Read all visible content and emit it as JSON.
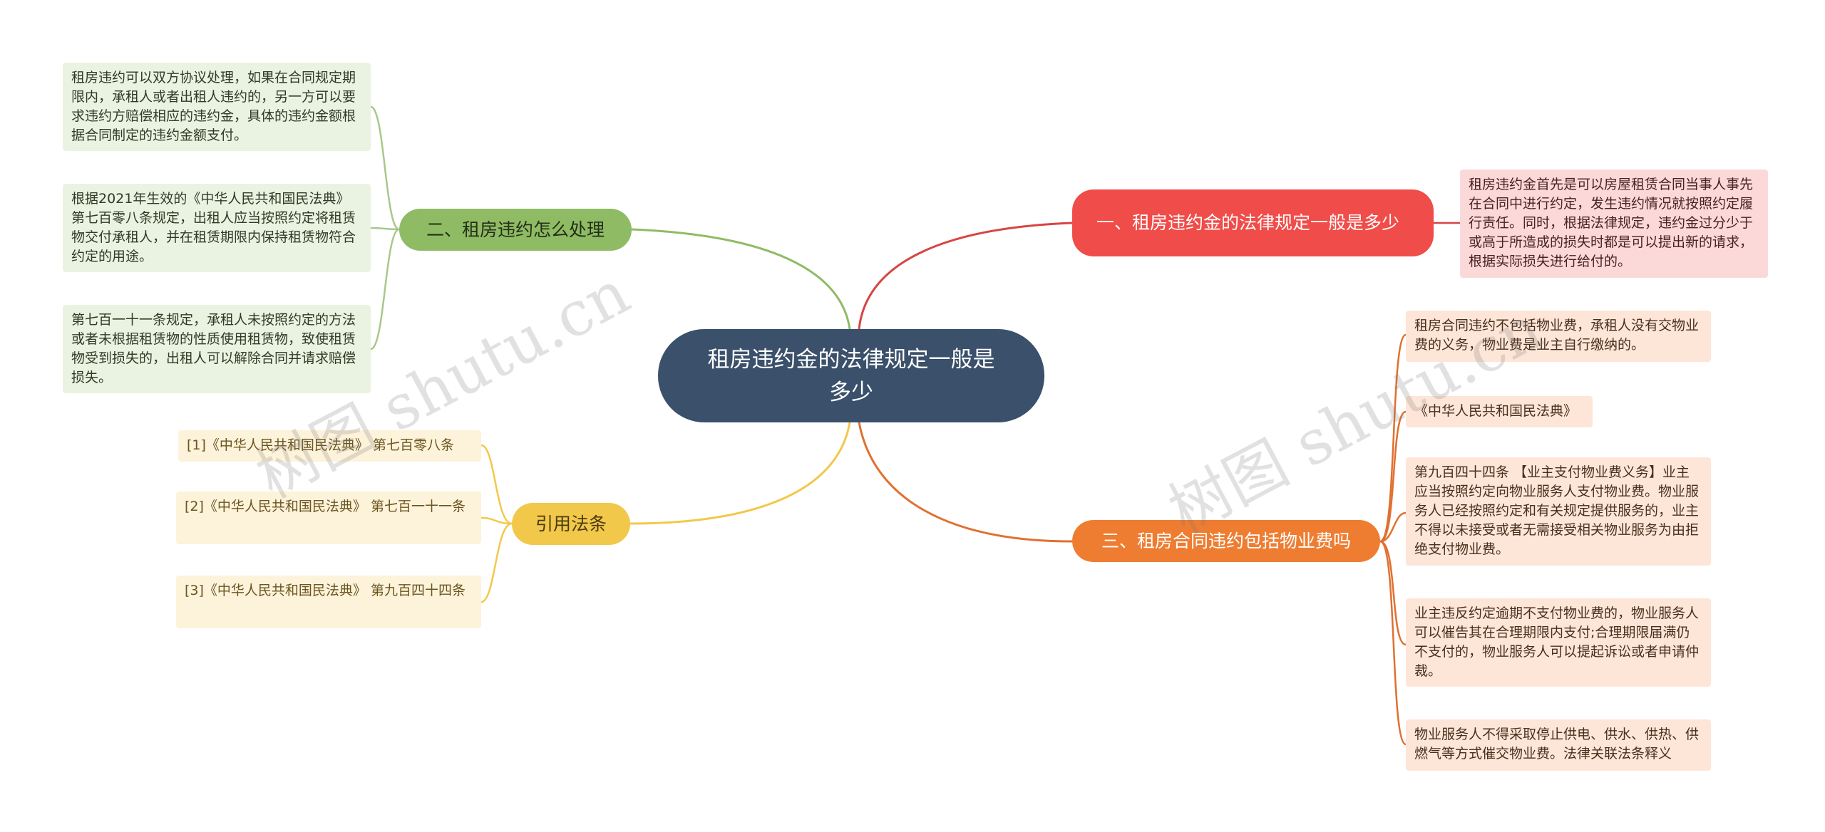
{
  "central": {
    "title": "租房违约金的法律规定一般是多少"
  },
  "branches": {
    "handle": {
      "label": "二、租房违约怎么处理",
      "color": "#8fbb65",
      "leaves": [
        "租房违约可以双方协议处理，如果在合同规定期限内，承租人或者出租人违约的，另一方可以要求违约方赔偿相应的违约金，具体的违约金额根据合同制定的违约金额支付。",
        "根据2021年生效的《中华人民共和国民法典》第七百零八条规定，出租人应当按照约定将租赁物交付承租人，并在租赁期限内保持租赁物符合约定的用途。",
        "第七百一十一条规定，承租人未按照约定的方法或者未根据租赁物的性质使用租赁物，致使租赁物受到损失的，出租人可以解除合同并请求赔偿损失。"
      ]
    },
    "cite": {
      "label": "引用法条",
      "color": "#f2c84b",
      "leaves": [
        "[1]《中华人民共和国民法典》 第七百零八条",
        "[2]《中华人民共和国民法典》 第七百一十一条",
        "[3]《中华人民共和国民法典》 第九百四十四条"
      ]
    },
    "rule": {
      "label": "一、租房违约金的法律规定一般是多少",
      "color": "#f04c49",
      "leaves": [
        "租房违约金首先是可以房屋租赁合同当事人事先在合同中进行约定，发生违约情况就按照约定履行责任。同时，根据法律规定，违约金过分少于或高于所造成的损失时都是可以提出新的请求，根据实际损失进行给付的。"
      ]
    },
    "fee": {
      "label": "三、租房合同违约包括物业费吗",
      "color": "#ee7d32",
      "leaves": [
        "租房合同违约不包括物业费，承租人没有交物业费的义务，物业费是业主自行缴纳的。",
        "《中华人民共和国民法典》",
        "第九百四十四条 【业主支付物业费义务】业主应当按照约定向物业服务人支付物业费。物业服务人已经按照约定和有关规定提供服务的，业主不得以未接受或者无需接受相关物业服务为由拒绝支付物业费。",
        "业主违反约定逾期不支付物业费的，物业服务人可以催告其在合理期限内支付;合理期限届满仍不支付的，物业服务人可以提起诉讼或者申请仲裁。",
        "物业服务人不得采取停止供电、供水、供热、供燃气等方式催交物业费。法律关联法条释义"
      ]
    }
  },
  "watermark": "树图 shutu.cn"
}
